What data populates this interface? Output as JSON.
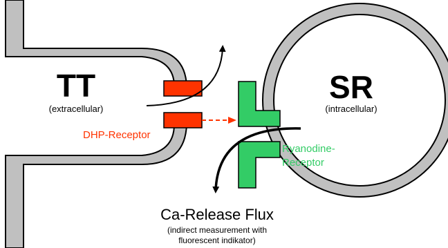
{
  "labels": {
    "tt_title": "TT",
    "tt_subtitle": "(extracellular)",
    "sr_title": "SR",
    "sr_subtitle": "(intracellular)",
    "dhp_receptor": "DHP-Receptor",
    "ryanodine_line1": "Ryanodine-",
    "ryanodine_line2": "Receptor",
    "flux_title": "Ca-Release Flux",
    "flux_note_line1": "(indirect measurement with",
    "flux_note_line2": "fluorescent indikator)"
  },
  "colors": {
    "membrane_fill": "#c0c0c0",
    "outline": "#000000",
    "dhp_receptor": "#ff3300",
    "ryanodine_receptor": "#33cc66",
    "signal_arrow": "#ff3300"
  }
}
